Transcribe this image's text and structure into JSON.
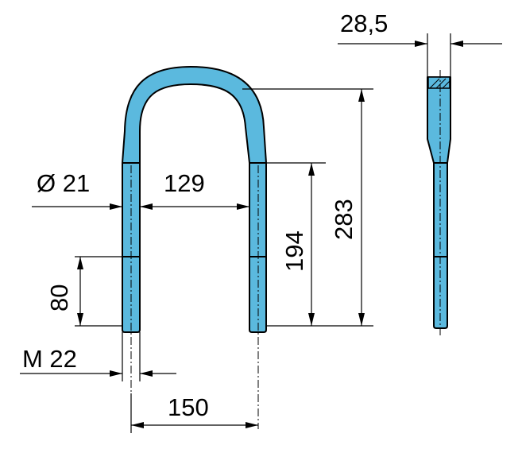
{
  "drawing": {
    "colors": {
      "part_fill": "#5bb9de",
      "line": "#000000",
      "background": "#ffffff"
    },
    "dimensions": {
      "width_section": "28,5",
      "rod_diameter": "Ø  21",
      "inner_width": "129",
      "thread_length": "80",
      "thread_size": "M  22",
      "center_distance": "150",
      "leg_length": "194",
      "total_height": "283"
    }
  }
}
